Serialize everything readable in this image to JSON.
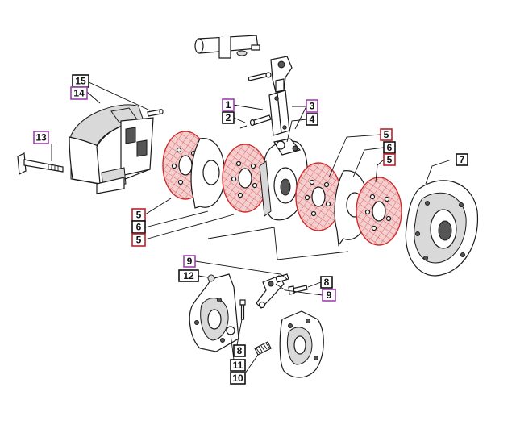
{
  "colors": {
    "callout_border_default": "#111111",
    "callout_border_purple": "#a040b0",
    "callout_border_red": "#c0202a",
    "friction_disc": "#e04040"
  },
  "callouts": [
    {
      "id": "c15",
      "label": "15",
      "border": "default"
    },
    {
      "id": "c14",
      "label": "14",
      "border": "purple"
    },
    {
      "id": "c13",
      "label": "13",
      "border": "purple"
    },
    {
      "id": "c1",
      "label": "1",
      "border": "purple"
    },
    {
      "id": "c2",
      "label": "2",
      "border": "default"
    },
    {
      "id": "c3",
      "label": "3",
      "border": "purple"
    },
    {
      "id": "c4",
      "label": "4",
      "border": "default"
    },
    {
      "id": "c5a",
      "label": "5",
      "border": "red"
    },
    {
      "id": "c6a",
      "label": "6",
      "border": "default"
    },
    {
      "id": "c5b",
      "label": "5",
      "border": "red"
    },
    {
      "id": "c7",
      "label": "7",
      "border": "default"
    },
    {
      "id": "c5c",
      "label": "5",
      "border": "red"
    },
    {
      "id": "c6b",
      "label": "6",
      "border": "default"
    },
    {
      "id": "c5d",
      "label": "5",
      "border": "red"
    },
    {
      "id": "c9a",
      "label": "9",
      "border": "purple"
    },
    {
      "id": "c12",
      "label": "12",
      "border": "default"
    },
    {
      "id": "c8a",
      "label": "8",
      "border": "default"
    },
    {
      "id": "c9b",
      "label": "9",
      "border": "purple"
    },
    {
      "id": "c8b",
      "label": "8",
      "border": "default"
    },
    {
      "id": "c11",
      "label": "11",
      "border": "default"
    },
    {
      "id": "c10",
      "label": "10",
      "border": "default"
    }
  ]
}
